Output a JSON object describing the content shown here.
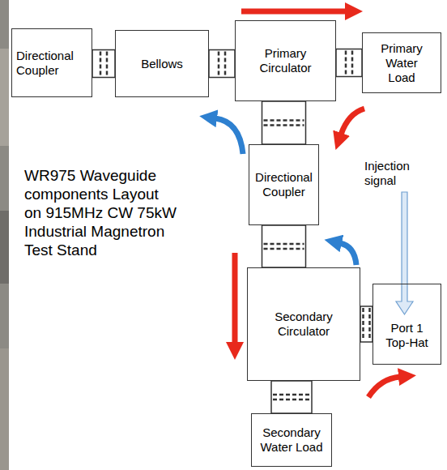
{
  "diagram": {
    "title": "WR975 Waveguide components Layout on 915MHz CW 75kW Industrial Magnetron Test Stand",
    "nodes": [
      {
        "text": [
          "Directional Coupler"
        ]
      },
      {
        "text": [
          "Bellows"
        ]
      },
      {
        "text": [
          "Primary Circulator"
        ]
      },
      {
        "text": [
          "Primary Water Load"
        ]
      },
      {
        "text": [
          "Directional Coupler"
        ]
      },
      {
        "text": [
          "Secondary Circulator"
        ]
      },
      {
        "text": [
          "Port 1 Top-Hat"
        ]
      },
      {
        "text": [
          "Secondary Water Load"
        ]
      }
    ],
    "edges": [
      {
        "from": 0,
        "to": 1,
        "arrow": "none"
      },
      {
        "from": 1,
        "to": 2,
        "arrow": "none"
      },
      {
        "from": 2,
        "to": 3,
        "arrow": "none"
      },
      {
        "from": 2,
        "to": 4,
        "arrow": "none"
      },
      {
        "from": 4,
        "to": 5,
        "arrow": "none"
      },
      {
        "from": 5,
        "to": 6,
        "arrow": "none"
      },
      {
        "from": 5,
        "to": 7,
        "arrow": "none"
      }
    ],
    "labels": [
      "Injection signal"
    ]
  }
}
